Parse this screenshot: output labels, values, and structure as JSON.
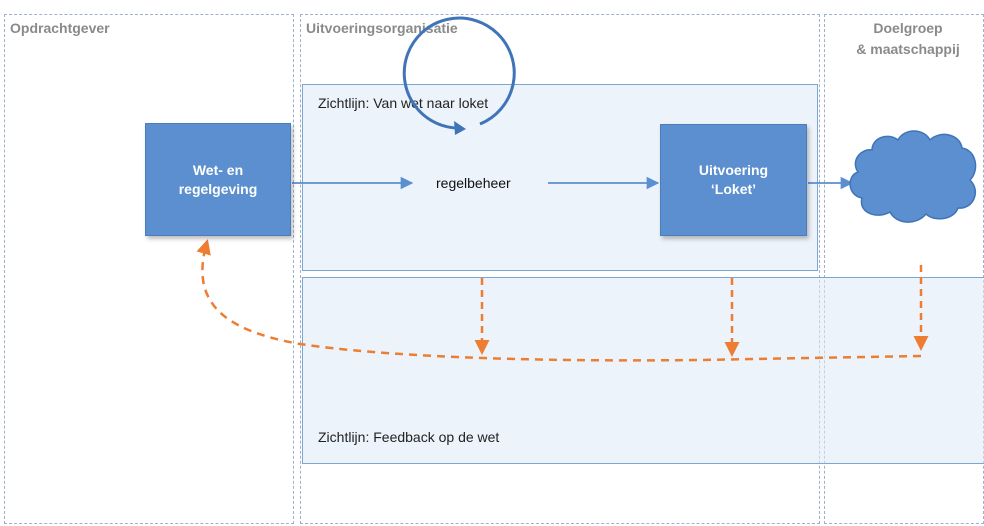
{
  "columns": [
    {
      "label": "Opdrachtgever"
    },
    {
      "label": "Uitvoeringsorganisatie"
    },
    {
      "label_line1": "Doelgroep",
      "label_line2": "& maatschappij"
    }
  ],
  "bands": {
    "top": {
      "label": "Zichtlijn: Van wet naar loket"
    },
    "bottom": {
      "label": "Zichtlijn: Feedback op de wet"
    }
  },
  "nodes": {
    "wet": {
      "line1": "Wet- en",
      "line2": "regelgeving"
    },
    "cycle": {
      "label": "regelbeheer"
    },
    "uitvoering": {
      "line1": "Uitvoering",
      "line2": "‘Loket’"
    }
  },
  "colors": {
    "box_fill": "#5b8fcf",
    "arrow_blue": "#5a8fd0",
    "feedback_orange": "#ed7d31",
    "column_border": "#9fb3c8"
  }
}
